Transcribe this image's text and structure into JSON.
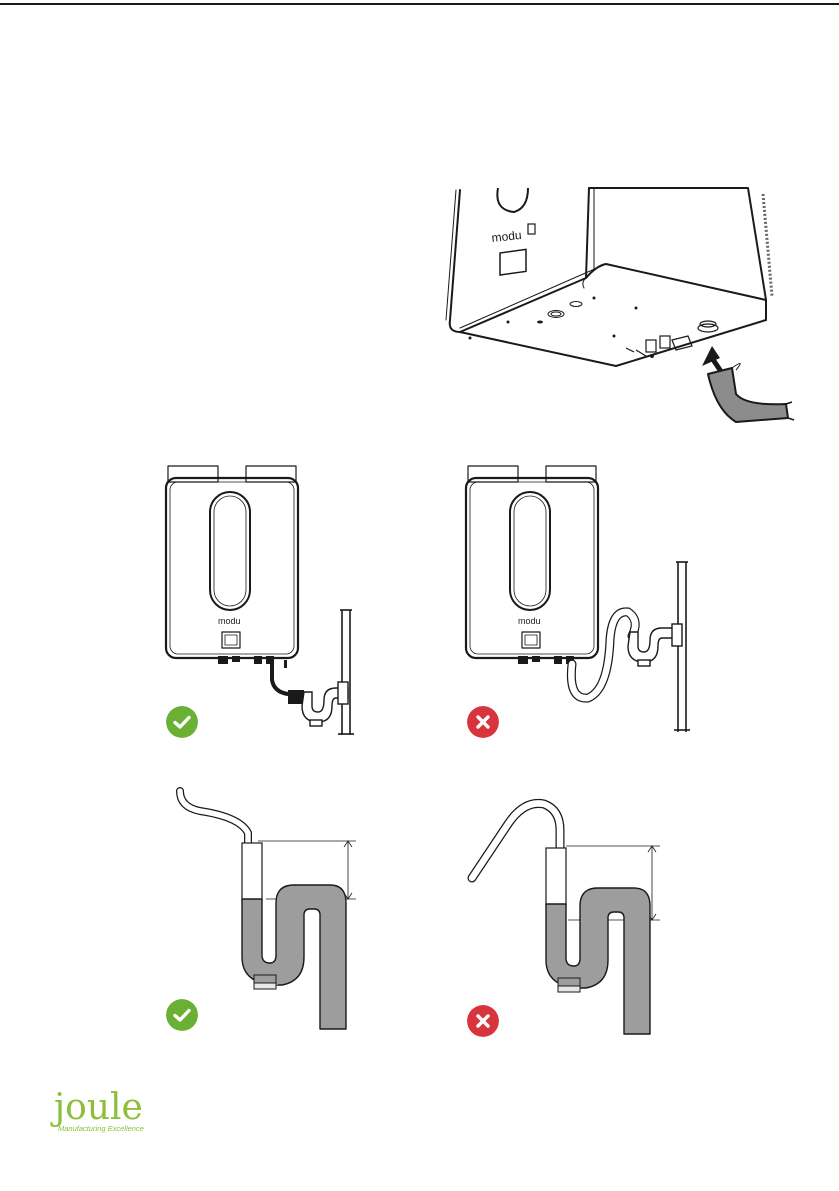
{
  "page": {
    "colors": {
      "ok_green": "#69b034",
      "error_red": "#d8343d",
      "water_grey": "#9d9d9d",
      "brand_green": "#8dbf3c",
      "outline": "#1a1a1a",
      "rule": "#1a1a1a"
    }
  },
  "figures": [
    {
      "name": "unit-base-condensate-connection",
      "icon": "condensate-hose-illustration"
    },
    {
      "name": "unit-with-correct-hose-routing",
      "icon": "water-heater-illustration"
    },
    {
      "name": "unit-with-looped-hose-routing",
      "icon": "water-heater-illustration"
    },
    {
      "name": "trap-correct-hose-entry",
      "icon": "siphon-trap-illustration"
    },
    {
      "name": "trap-raised-hose-entry",
      "icon": "siphon-trap-illustration"
    }
  ],
  "badges": [
    {
      "name": "correct-badge-top",
      "icon": "check-icon",
      "status": "correct"
    },
    {
      "name": "incorrect-badge-top",
      "icon": "cross-icon",
      "status": "incorrect"
    },
    {
      "name": "correct-badge-bottom",
      "icon": "check-icon",
      "status": "correct"
    },
    {
      "name": "incorrect-badge-bottom",
      "icon": "cross-icon",
      "status": "incorrect"
    }
  ],
  "footer": {
    "brand_name": "joule",
    "tagline": "Manufacturing Excellence"
  }
}
